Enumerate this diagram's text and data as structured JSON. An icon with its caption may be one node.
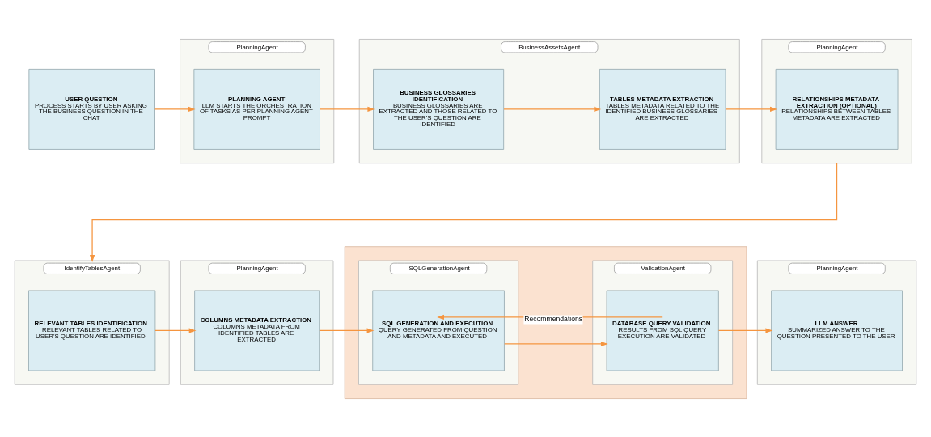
{
  "diagram": {
    "nodes": [
      {
        "text": [
          "USER QUESTION",
          "PROCESS STARTS BY USER ASKING THE BUSINESS QUESTION IN THE CHAT"
        ]
      },
      {
        "text": [
          "PlanningAgent"
        ]
      },
      {
        "text": [
          "PLANNING AGENT",
          "LLM STARTS THE ORCHESTRATION OF TASKS AS PER PLANNING AGENT PROMPT"
        ],
        "in": 1
      },
      {
        "text": [
          "BusinessAssetsAgent"
        ]
      },
      {
        "text": [
          "BUSINESS GLOSSARIES IDENTIFICATION",
          "BUSINESS GLOSSARIES ARE EXTRACTED AND THOSE RELATED TO THE USER'S QUESTION ARE IDENTIFIED"
        ],
        "in": 3
      },
      {
        "text": [
          "TABLES METADATA EXTRACTION",
          "TABLES METADATA RELATED TO THE IDENTIFIED BUSINESS GLOSSARIES ARE EXTRACTED"
        ],
        "in": 3
      },
      {
        "text": [
          "PlanningAgent"
        ]
      },
      {
        "text": [
          "RELATIONSHIPS METADATA EXTRACTION (OPTIONAL)",
          "RELATIONSHIPS BETWEEN TABLES METADATA ARE EXTRACTED"
        ],
        "in": 6
      },
      {
        "text": [
          "IdentifyTablesAgent"
        ]
      },
      {
        "text": [
          "RELEVANT TABLES IDENTIFICATION",
          "RELEVANT TABLES RELATED TO USER'S QUESTION ARE IDENTIFIED"
        ],
        "in": 8
      },
      {
        "text": [
          "PlanningAgent"
        ]
      },
      {
        "text": [
          "COLUMNS METADATA EXTRACTION",
          "COLUMNS METADATA FROM IDENTIFIED TABLES ARE EXTRACTED"
        ],
        "in": 10
      },
      {
        "text": [],
        "shape": "box"
      },
      {
        "text": [
          "SQLGenerationAgent"
        ],
        "in": 12
      },
      {
        "text": [
          "SQL GENERATION AND EXECUTION",
          "QUERY GENERATED FROM QUESTION AND METADATA AND EXECUTED"
        ],
        "in": 13
      },
      {
        "text": [
          "ValidationAgent"
        ],
        "in": 12
      },
      {
        "text": [
          "DATABASE QUERY VALIDATION",
          "RESULTS FROM SQL QUERY EXECUTION ARE VALIDATED"
        ],
        "in": 15
      },
      {
        "text": [
          "PlanningAgent"
        ]
      },
      {
        "text": [
          "LLM ANSWER",
          "SUMMARIZED ANSWER TO THE QUESTION PRESENTED TO THE USER"
        ],
        "in": 17
      }
    ],
    "edges": [
      {
        "from": 0,
        "to": 2,
        "arrow": "to"
      },
      {
        "from": 2,
        "to": 4,
        "arrow": "to"
      },
      {
        "from": 4,
        "to": 5,
        "arrow": "to"
      },
      {
        "from": 5,
        "to": 7,
        "arrow": "to"
      },
      {
        "from": 6,
        "to": 8,
        "arrow": "to"
      },
      {
        "from": 9,
        "to": 11,
        "arrow": "to"
      },
      {
        "from": 11,
        "to": 14,
        "arrow": "to"
      },
      {
        "from": 14,
        "to": 16,
        "arrow": "to"
      },
      {
        "from": 16,
        "to": 14,
        "arrow": "to",
        "label": "Recommendations"
      },
      {
        "from": 16,
        "to": 18,
        "arrow": "to"
      }
    ]
  }
}
